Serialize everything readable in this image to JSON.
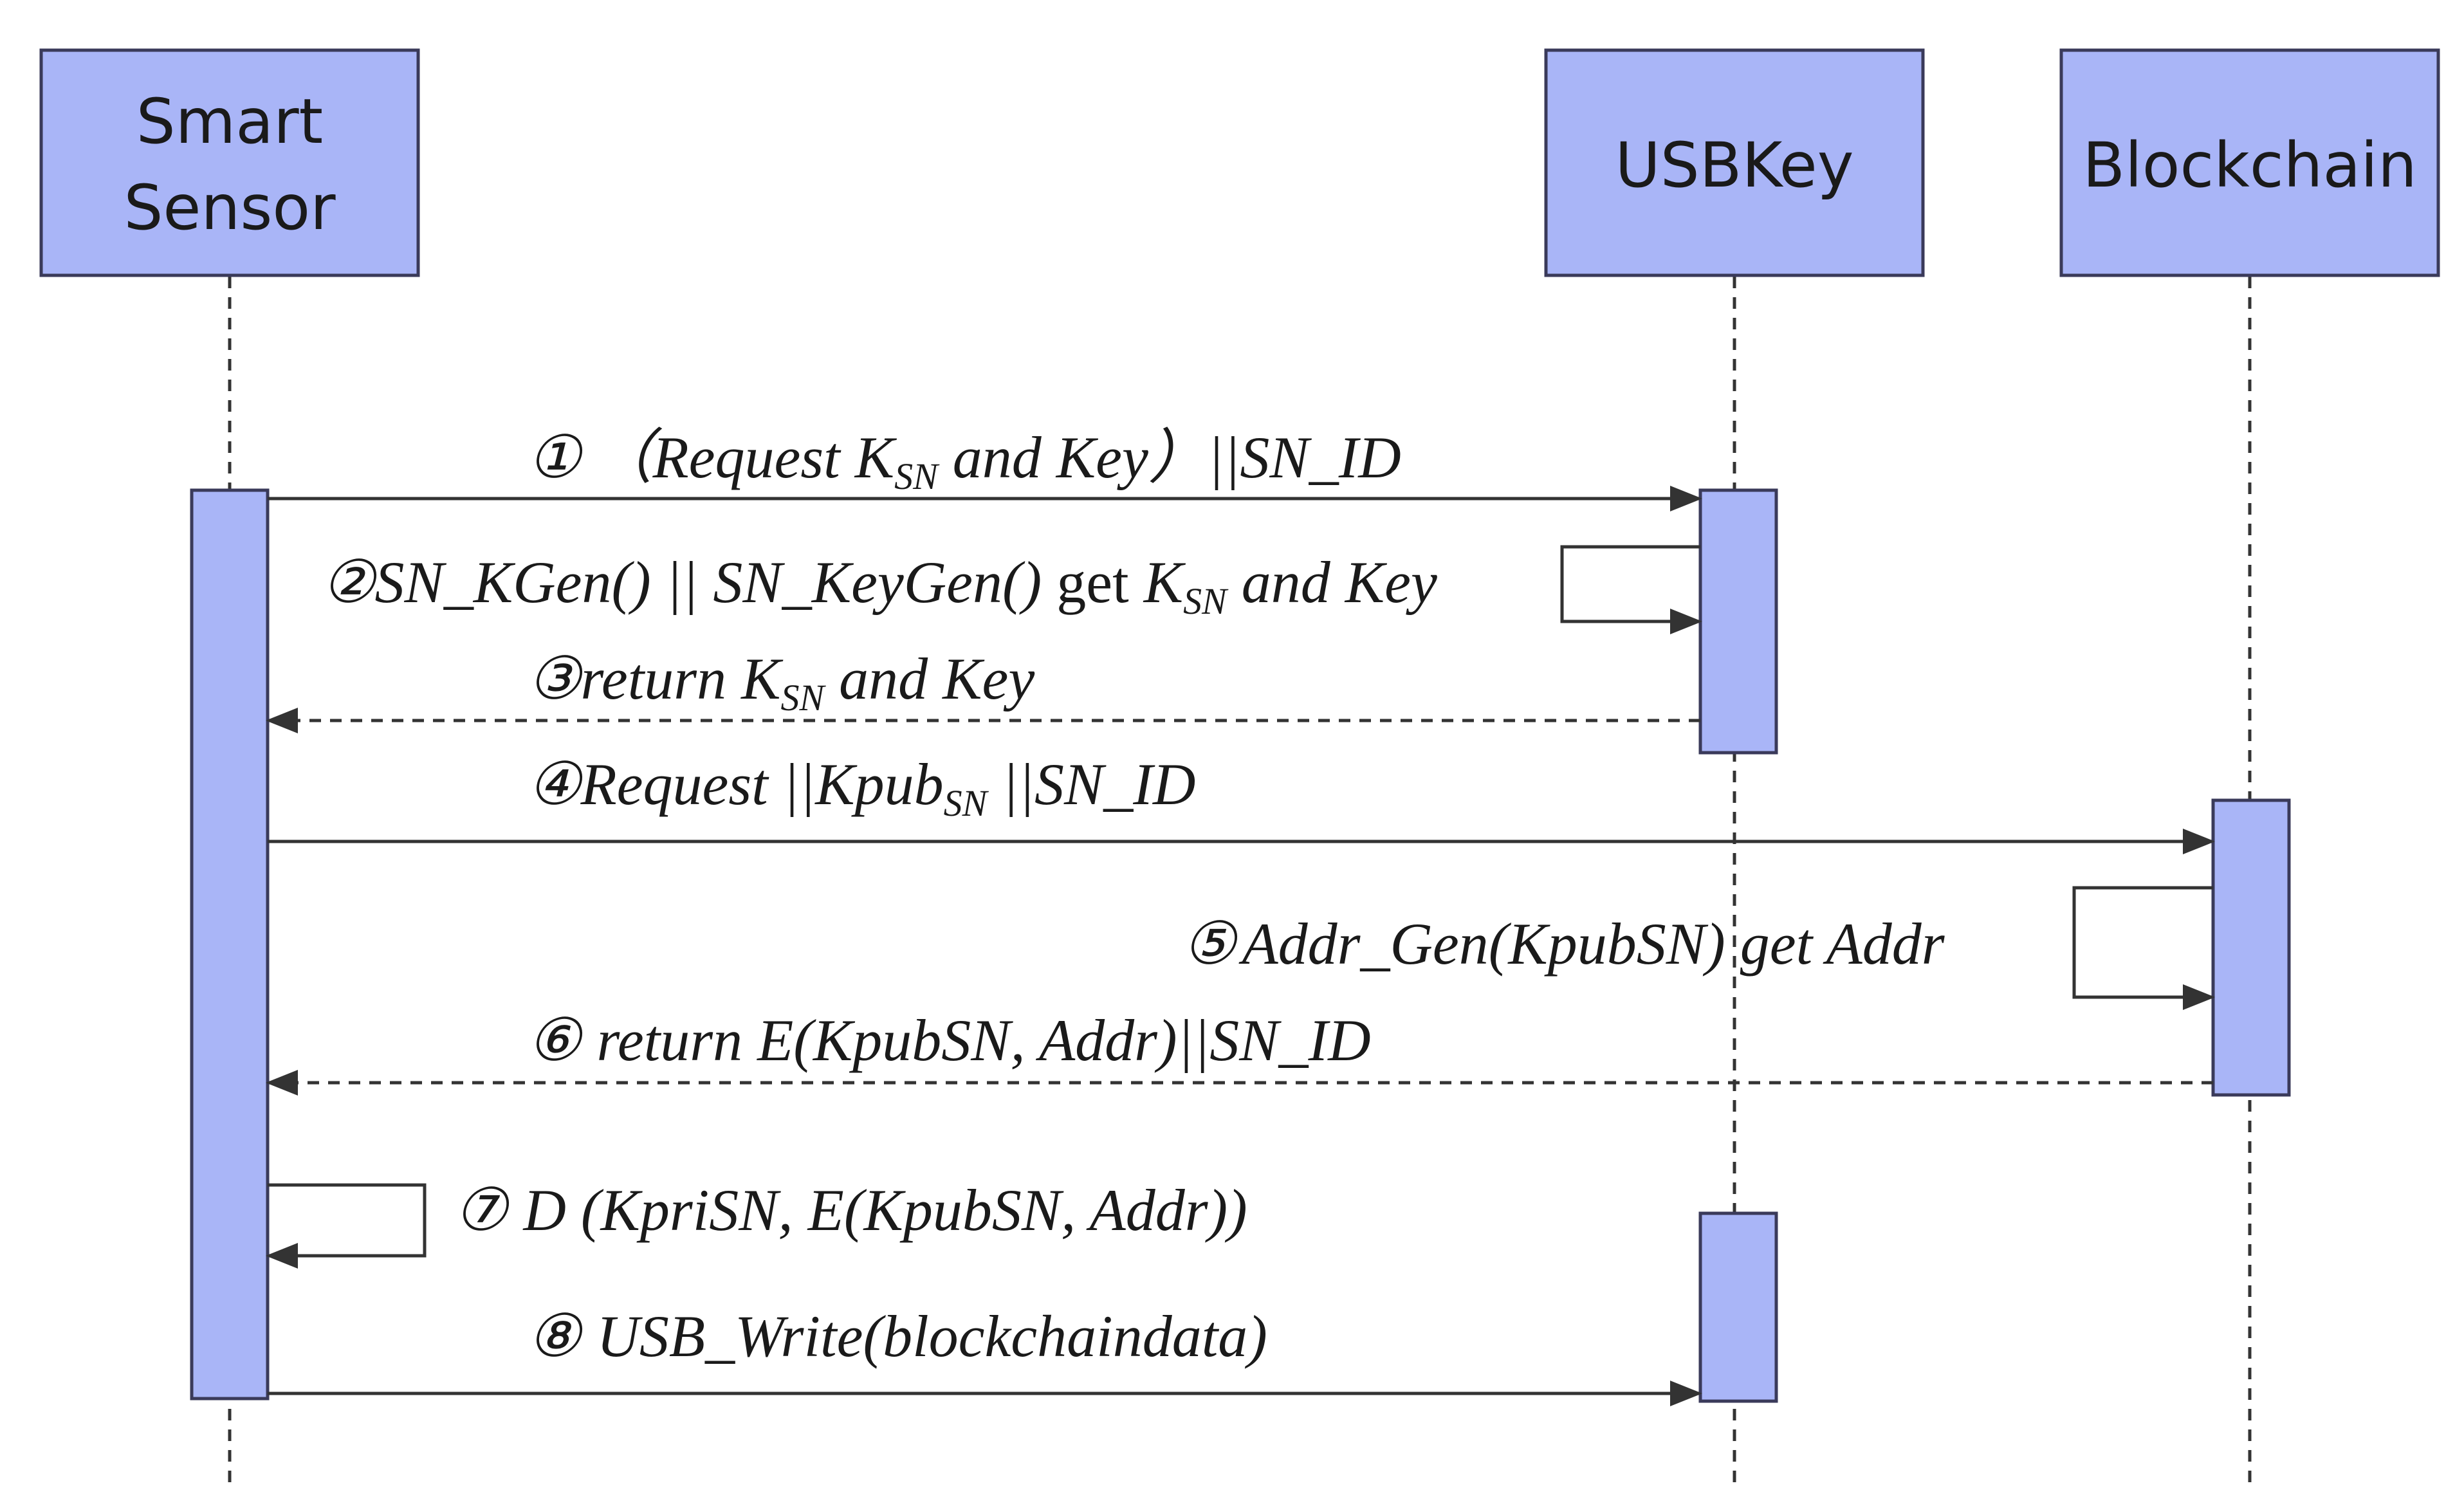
{
  "colors": {
    "box_fill": "#a9b5f7",
    "box_stroke": "#3a3a5a",
    "line": "#333333"
  },
  "actors": {
    "smart_sensor": {
      "line1": "Smart",
      "line2": "Sensor"
    },
    "usbkey": {
      "label": "USBKey"
    },
    "blockchain": {
      "label": "Blockchain"
    }
  },
  "messages": {
    "m1": {
      "num": "①",
      "pre": "（Request K",
      "sub": "SN",
      "post": " and Key）||SN_ID"
    },
    "m2": {
      "num": "②",
      "pre": "SN_KGen() || SN_KeyGen() ",
      "mid": "get",
      "k": " K",
      "sub": "SN",
      "post": " and Key"
    },
    "m3": {
      "num": "③",
      "pre": "return K",
      "sub": "SN",
      "post": " and Key"
    },
    "m4": {
      "num": "④",
      "pre": "Request ||Kpub",
      "sub": "SN",
      "post": " ||SN_ID"
    },
    "m5": {
      "num": "⑤",
      "text": "Addr_Gen(KpubSN) get Addr"
    },
    "m6": {
      "num": "⑥",
      "text": "return E(KpubSN, Addr)||SN_ID"
    },
    "m7": {
      "num": "⑦",
      "text": "D (KpriSN, E(KpubSN, Addr))"
    },
    "m8": {
      "num": "⑧",
      "text": "USB_Write(blockchaindata)"
    }
  }
}
